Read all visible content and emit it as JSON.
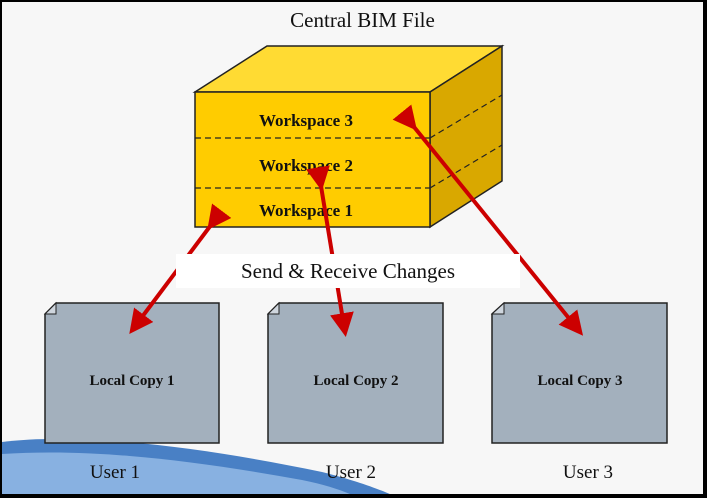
{
  "title": "Central BIM File",
  "workspaces": [
    {
      "label": "Workspace 3"
    },
    {
      "label": "Workspace 2"
    },
    {
      "label": "Workspace 1"
    }
  ],
  "connector_label": "Send & Receive Changes",
  "local_copies": [
    {
      "label": "Local Copy 1",
      "user": "User 1"
    },
    {
      "label": "Local Copy 2",
      "user": "User 2"
    },
    {
      "label": "Local Copy 3",
      "user": "User 3"
    }
  ],
  "colors": {
    "cube_front": "#ffcc00",
    "cube_top": "#ffdb33",
    "cube_side": "#d9a800",
    "document": "#a3b0bd",
    "arrow": "#cc0000",
    "background": "#f7f7f7"
  }
}
